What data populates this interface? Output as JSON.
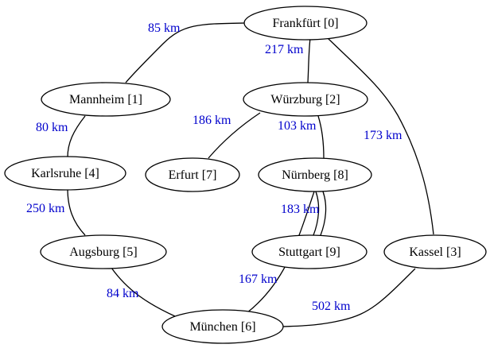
{
  "graph": {
    "label_color": "#0000cc",
    "nodes": {
      "frankfurt": "Frankfürt [0]",
      "mannheim": "Mannheim [1]",
      "wurzburg": "Würzburg [2]",
      "kassel": "Kassel [3]",
      "karlsruhe": "Karlsruhe [4]",
      "augsburg": "Augsburg [5]",
      "munchen": "München [6]",
      "erfurt": "Erfurt [7]",
      "nurnberg": "Nürnberg [8]",
      "stuttgart": "Stuttgart [9]"
    },
    "edges": {
      "frankfurt_mannheim": "85 km",
      "frankfurt_wurzburg": "217 km",
      "frankfurt_kassel": "173 km",
      "mannheim_karlsruhe": "80 km",
      "wurzburg_erfurt": "186 km",
      "wurzburg_nurnberg": "103 km",
      "karlsruhe_augsburg": "250 km",
      "nurnberg_stuttgart": "183 km",
      "nurnberg_munchen": "167 km",
      "augsburg_munchen": "84 km",
      "kassel_munchen": "502 km"
    }
  }
}
